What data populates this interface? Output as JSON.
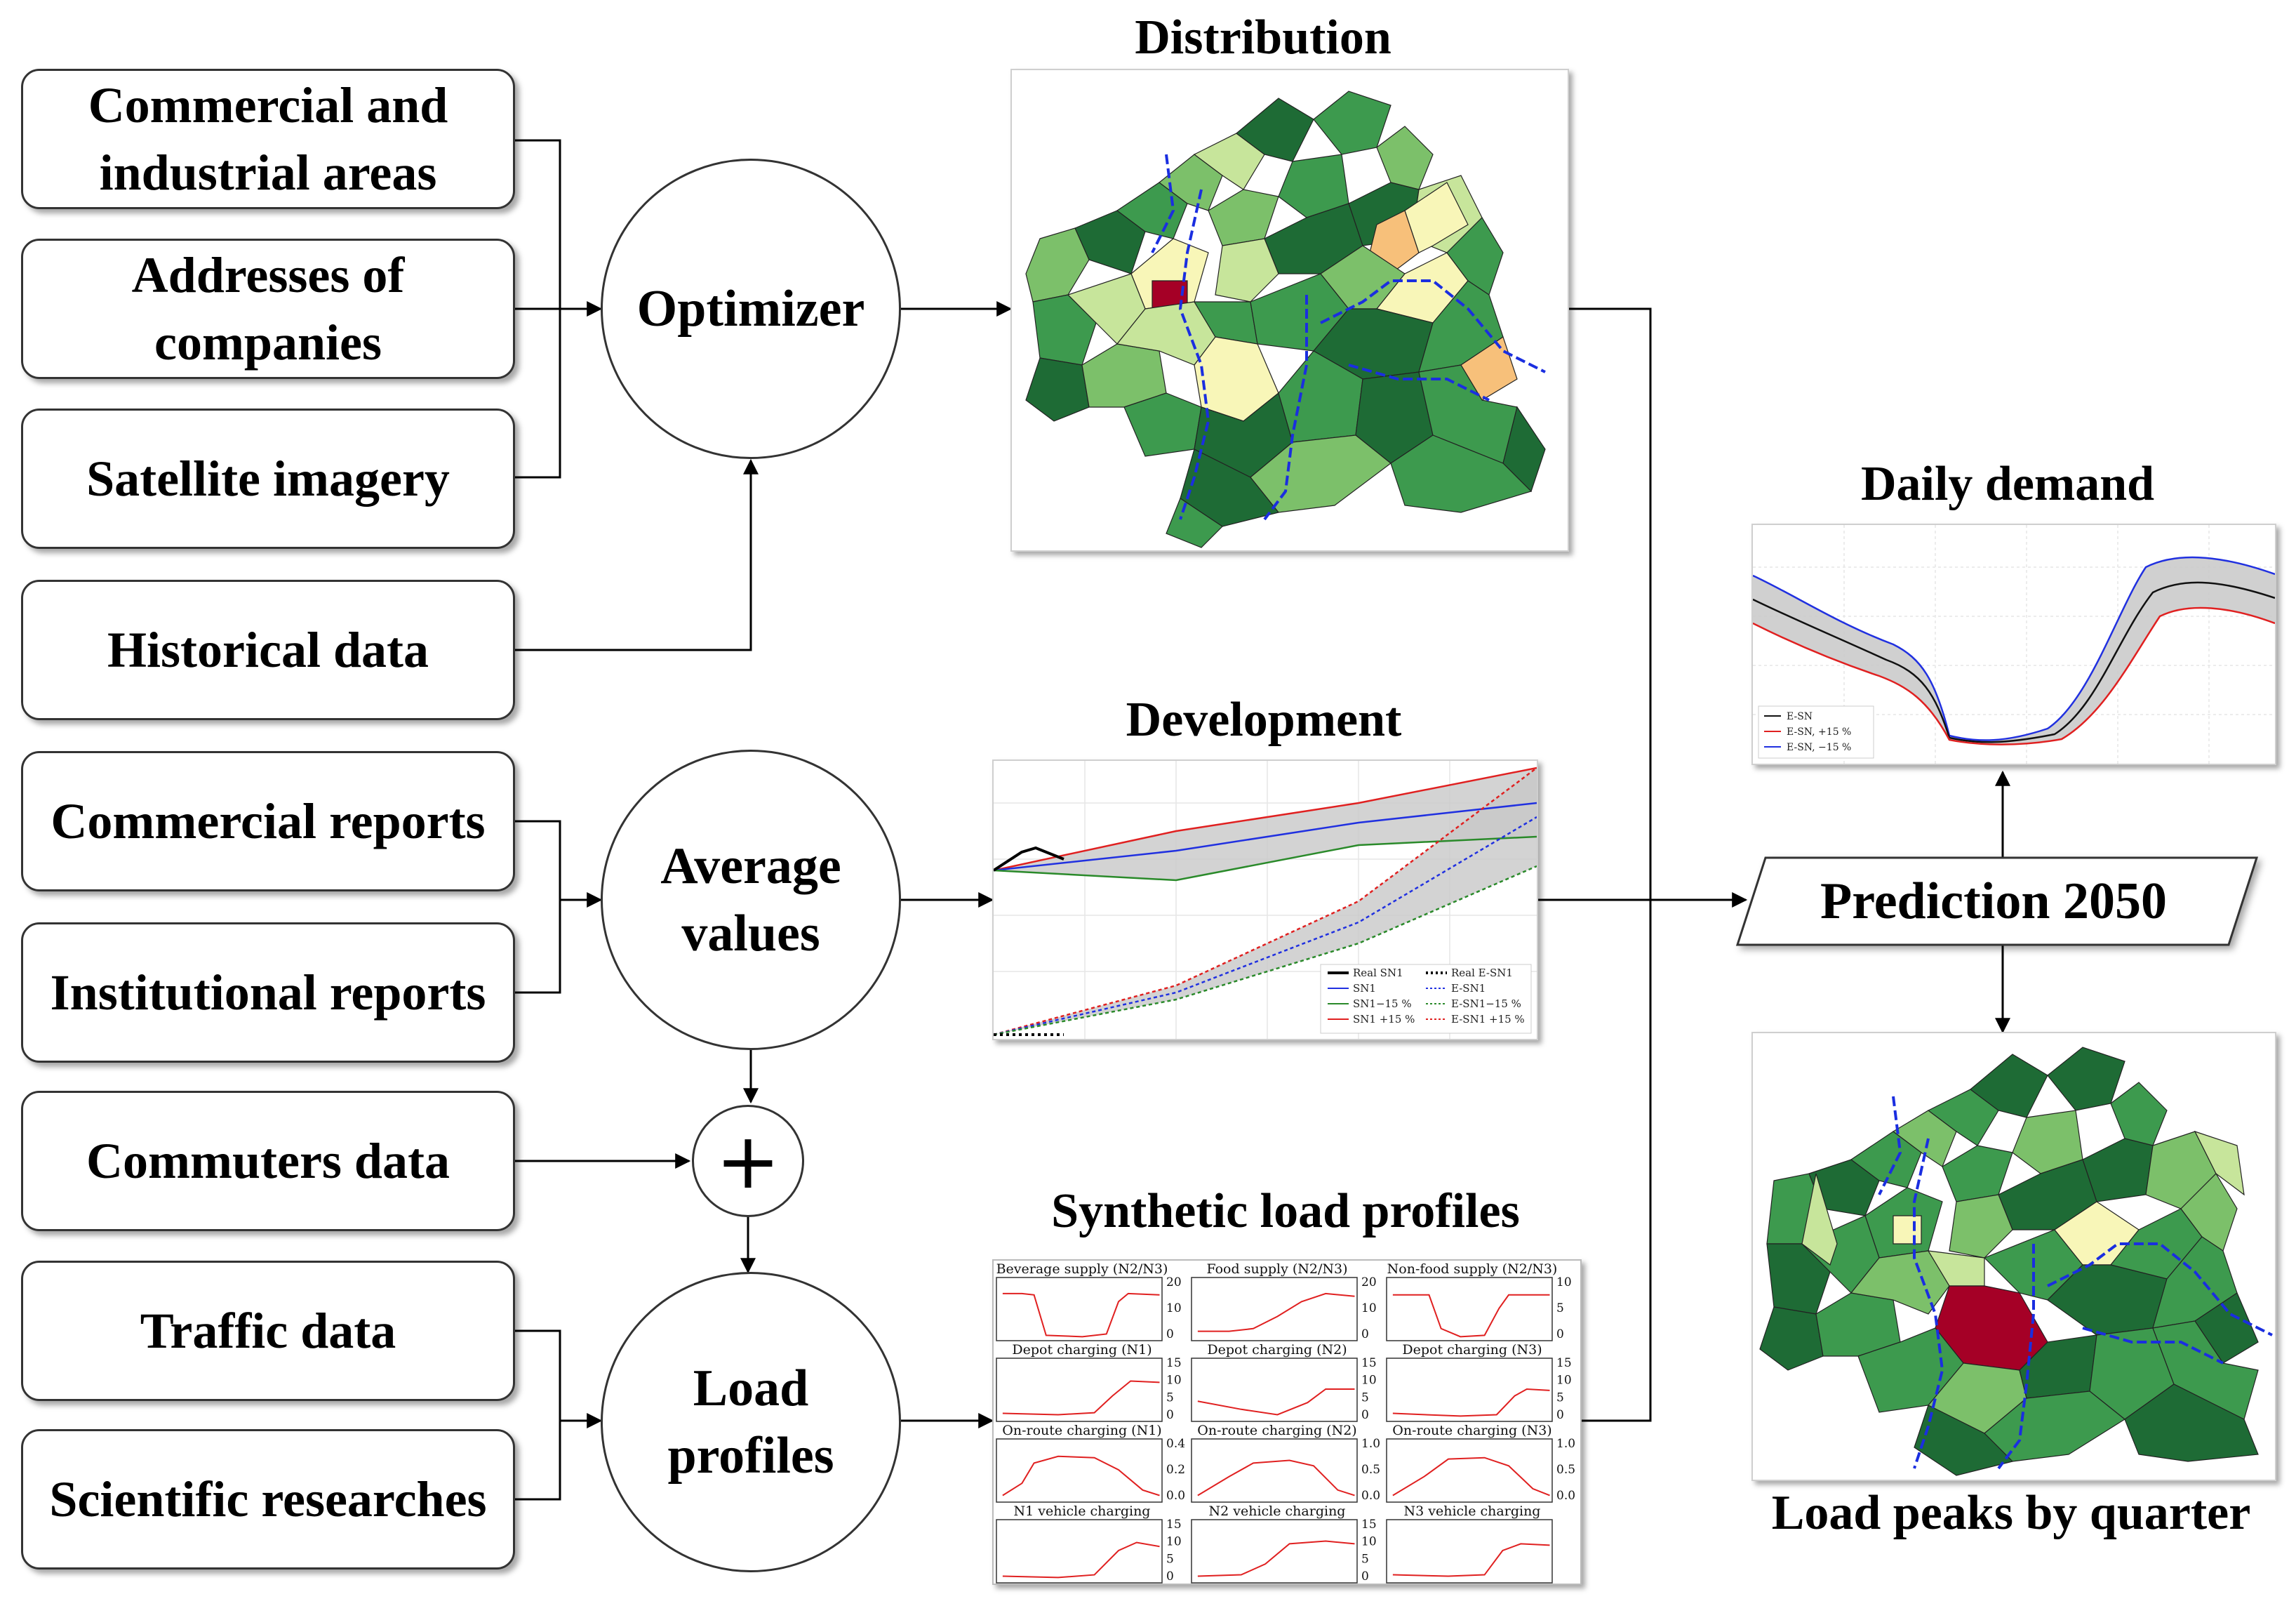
{
  "sources": {
    "commercial_industrial": "Commercial and industrial areas",
    "addresses": "Addresses of companies",
    "satellite": "Satellite imagery",
    "historical": "Historical data",
    "commercial_reports": "Commercial reports",
    "institutional_reports": "Institutional reports",
    "commuters": "Commuters data",
    "traffic": "Traffic data",
    "scientific": "Scientific researches"
  },
  "processes": {
    "optimizer": "Optimizer",
    "average_values": "Average values",
    "plus": "+",
    "load_profiles": "Load profiles"
  },
  "outputs": {
    "distribution": "Distribution",
    "development": "Development",
    "synthetic": "Synthetic load profiles",
    "daily_demand": "Daily demand",
    "prediction": "Prediction 2050",
    "load_peaks": "Load peaks by quarter"
  },
  "development_legend": [
    "Real SN1",
    "Real E-SN1",
    "SN1",
    "E-SN1",
    "SN1−15 %",
    "E-SN1−15 %",
    "SN1 +15 %",
    "E-SN1 +15 %"
  ],
  "daily_legend": [
    "E-SN",
    "E-SN, +15 %",
    "E-SN, −15 %"
  ],
  "synthetic_panels": [
    {
      "title": "Beverage supply (N2/N3)",
      "ticks": [
        "20",
        "10",
        "0"
      ]
    },
    {
      "title": "Food supply (N2/N3)",
      "ticks": [
        "20",
        "10",
        "0"
      ]
    },
    {
      "title": "Non-food supply (N2/N3)",
      "ticks": [
        "10",
        "5",
        "0"
      ]
    },
    {
      "title": "Depot charging (N1)",
      "ticks": [
        "15",
        "10",
        "5",
        "0"
      ]
    },
    {
      "title": "Depot charging (N2)",
      "ticks": [
        "15",
        "10",
        "5",
        "0"
      ]
    },
    {
      "title": "Depot charging (N3)",
      "ticks": [
        "15",
        "10",
        "5",
        "0"
      ]
    },
    {
      "title": "On-route charging (N1)",
      "ticks": [
        "0.4",
        "0.2",
        "0.0"
      ]
    },
    {
      "title": "On-route charging (N2)",
      "ticks": [
        "1.0",
        "0.5",
        "0.0"
      ]
    },
    {
      "title": "On-route charging (N3)",
      "ticks": [
        "1.0",
        "0.5",
        "0.0"
      ]
    },
    {
      "title": "N1 vehicle charging",
      "ticks": [
        "15",
        "10",
        "5",
        "0"
      ]
    },
    {
      "title": "N2 vehicle charging",
      "ticks": [
        "15",
        "10",
        "5",
        "0"
      ]
    },
    {
      "title": "N3 vehicle charging",
      "ticks": []
    }
  ],
  "colors": {
    "dark_green": "#1e6b35",
    "mid_green": "#3d9a4e",
    "light_green": "#7cc06a",
    "pale_green": "#c7e59b",
    "cream": "#f8f6b8",
    "orange": "#f7c07a",
    "red": "#a50026",
    "road": "#1a2ee0",
    "line_red": "#e02020",
    "line_blue": "#2030e0",
    "line_green": "#2a8a2a"
  }
}
